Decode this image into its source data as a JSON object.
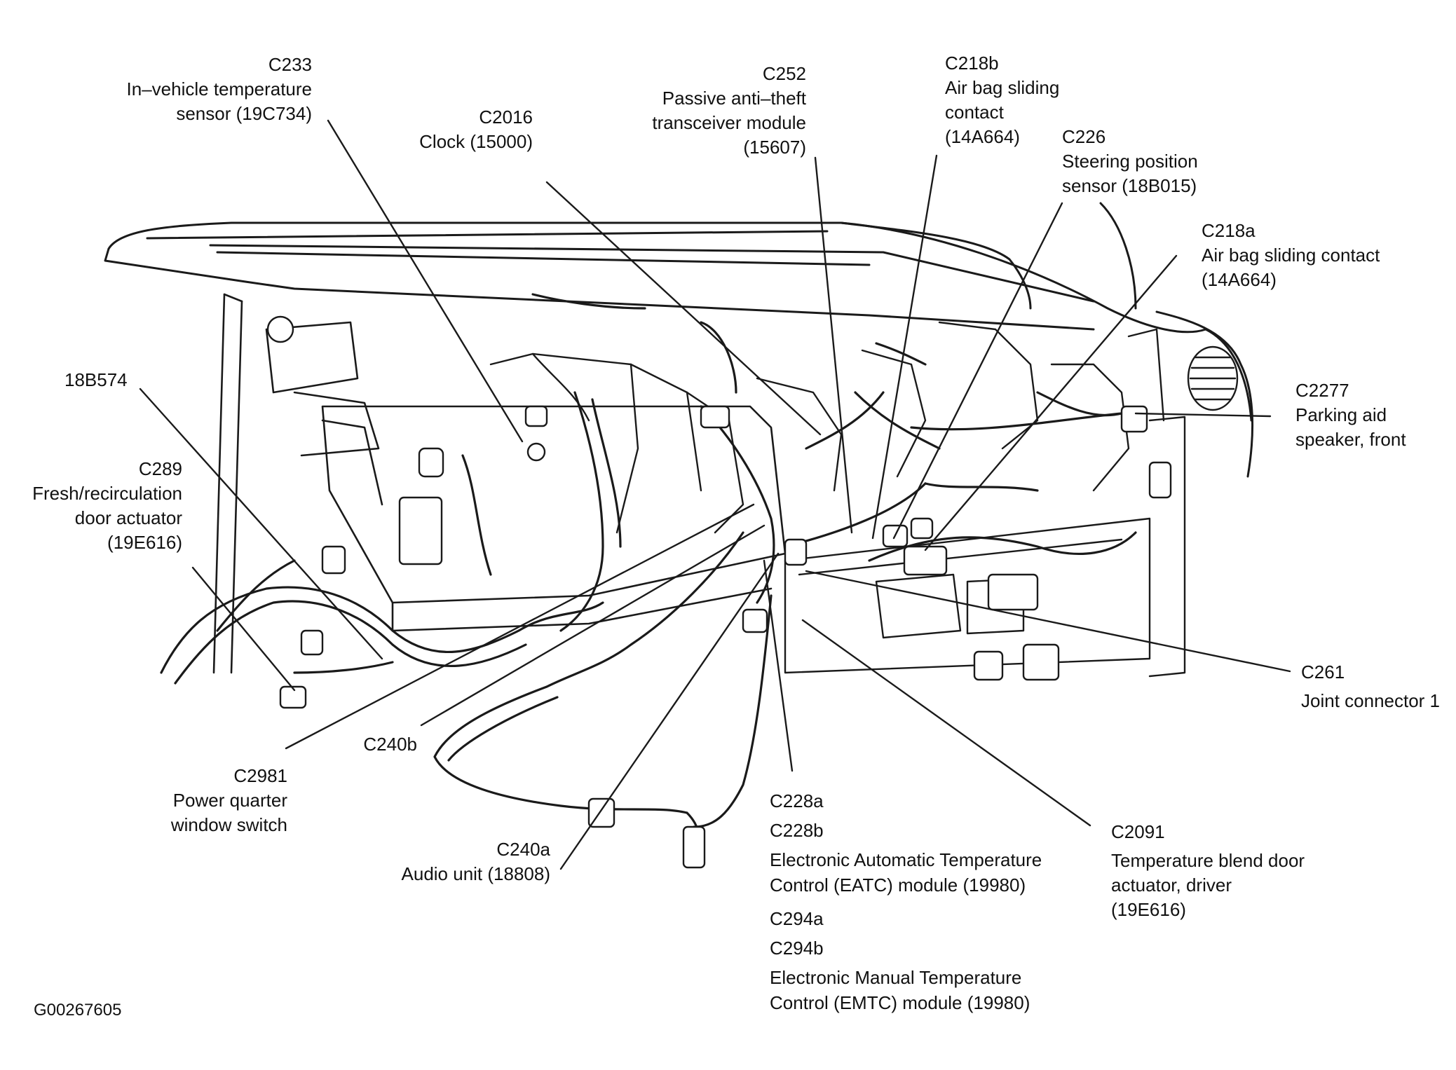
{
  "figure_id": "G00267605",
  "labels": {
    "c233": [
      "C233",
      "In–vehicle temperature",
      "sensor (19C734)"
    ],
    "c2016": [
      "C2016",
      "Clock (15000)"
    ],
    "c252": [
      "C252",
      "Passive anti–theft",
      "transceiver module",
      "(15607)"
    ],
    "c218b": [
      "C218b",
      "Air bag sliding",
      "contact",
      "(14A664)"
    ],
    "c226": [
      "C226",
      "Steering position",
      "sensor (18B015)"
    ],
    "c218a": [
      "C218a",
      "Air bag sliding contact",
      "(14A664)"
    ],
    "n18b574": [
      "18B574"
    ],
    "c289": [
      "C289",
      "Fresh/recirculation",
      "door actuator",
      "(19E616)"
    ],
    "c2277": [
      "C2277",
      "Parking aid",
      "speaker, front"
    ],
    "c261": [
      "C261",
      "Joint connector 1"
    ],
    "c240b": [
      "C240b"
    ],
    "c2981": [
      "C2981",
      "Power quarter",
      "window switch"
    ],
    "c240a": [
      "C240a",
      "Audio unit (18808)"
    ],
    "c228": [
      "C228a",
      "C228b",
      "Electronic Automatic Temperature",
      "Control (EATC) module (19980)",
      "C294a",
      "C294b",
      "Electronic Manual Temperature",
      "Control (EMTC) module (19980)"
    ],
    "c2091": [
      "C2091",
      "Temperature blend door",
      "actuator, driver",
      "(19E616)"
    ]
  }
}
